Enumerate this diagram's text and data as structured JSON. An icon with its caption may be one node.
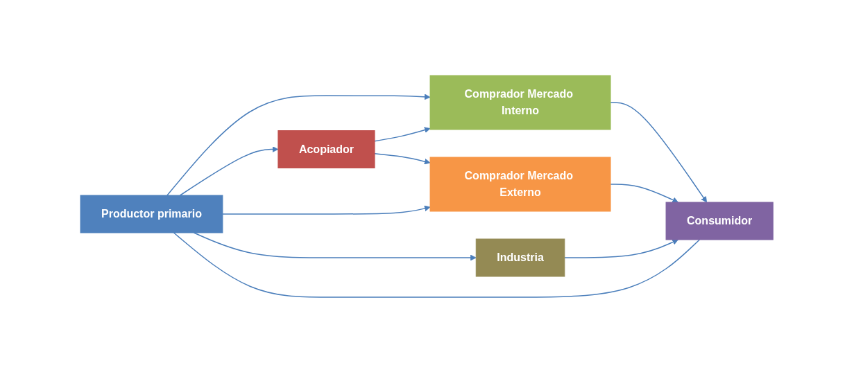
{
  "diagram": {
    "nodes": [
      {
        "text": [
          "Productor primario"
        ]
      },
      {
        "text": [
          "Acopiador"
        ]
      },
      {
        "text": [
          "Comprador Mercado Interno"
        ]
      },
      {
        "text": [
          "Comprador Mercado Externo"
        ]
      },
      {
        "text": [
          "Consumidor"
        ]
      },
      {
        "text": [
          "Industria"
        ]
      }
    ],
    "edges": [
      {
        "from": 0,
        "to": 2,
        "arrow": "to"
      },
      {
        "from": 0,
        "to": 1,
        "arrow": "to"
      },
      {
        "from": 0,
        "to": 3,
        "arrow": "to"
      },
      {
        "from": 0,
        "to": 5,
        "arrow": "to"
      },
      {
        "from": 1,
        "to": 2,
        "arrow": "to"
      },
      {
        "from": 1,
        "to": 3,
        "arrow": "to"
      },
      {
        "from": 2,
        "to": 4,
        "arrow": "to"
      },
      {
        "from": 3,
        "to": 4,
        "arrow": "to"
      },
      {
        "from": 5,
        "to": 4,
        "arrow": "to"
      },
      {
        "from": 0,
        "to": 4,
        "arrow": "none"
      }
    ]
  }
}
